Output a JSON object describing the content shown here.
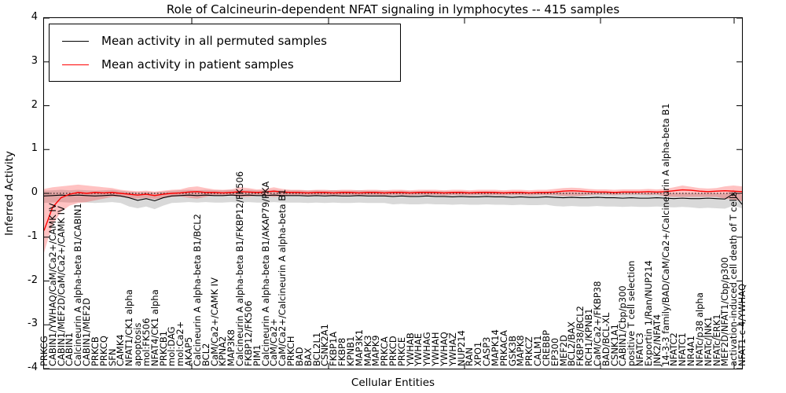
{
  "title": "Role of Calcineurin-dependent NFAT signaling in lymphocytes -- 415 samples",
  "axes": {
    "y_label": "Inferred Activity",
    "x_label": "Cellular Entities",
    "y_ticks": [
      4,
      3,
      2,
      1,
      0,
      -1,
      -2,
      -3,
      -4
    ],
    "y_min": -4,
    "y_max": 4
  },
  "legend": {
    "items": [
      {
        "label": "Mean activity in all permuted samples",
        "color": "#000000"
      },
      {
        "label": "Mean activity in patient samples",
        "color": "#ff0000"
      }
    ]
  },
  "colors": {
    "permuted_line": "#000000",
    "patient_line": "#ff0000",
    "permuted_band": "rgba(0,0,0,0.15)",
    "patient_band": "rgba(255,0,0,0.24)",
    "zero_line": "#000000",
    "frame": "#000000"
  },
  "chart_data": {
    "type": "line",
    "title": "Role of Calcineurin-dependent NFAT signaling in lymphocytes -- 415 samples",
    "xlabel": "Cellular Entities",
    "ylabel": "Inferred Activity",
    "ylim": [
      -4,
      4
    ],
    "grid": false,
    "legend_position": "upper left",
    "zero_reference_line": true,
    "categories": [
      "PRKCG",
      "CABIN1/YWHAQ/CaM/Ca2+/CAMK IV",
      "CABIN1/MEF2D/CaM/Ca2+/CAMK IV",
      "CABIN1",
      "Calcineurin A alpha-beta B1/CABIN1",
      "CABIN1/MEF2D",
      "PRKCB",
      "PRKCQ",
      "SFN",
      "CAMK4",
      "NFAT1/CK1 alpha",
      "apoptosis",
      "mol:FK506",
      "NFAT4/CK1 alpha",
      "PRKCB1",
      "mol:DAG",
      "mol:Ca2+",
      "AKAP5",
      "Calcineurin A alpha-beta B1/BCL2",
      "BCL2",
      "CaM/Ca2+/CAMK IV",
      "KPNA2",
      "MAP3K8",
      "Calcineurin A alpha-beta B1/FKBP12/FK506",
      "FKBP12/FK506",
      "PIM1",
      "Calcineurin A alpha-beta B1/AKAP79/PKA",
      "CaM/Ca2+",
      "CaM/Ca2+/Calcineurin A alpha-beta B1",
      "PRKCH",
      "BAD",
      "BAX",
      "BCL2L1",
      "CSNK2A1",
      "FKBP1A",
      "FKBP8",
      "KPNB1",
      "MAP3K1",
      "MAPK3",
      "MAPK9",
      "PRKCA",
      "PRKCD",
      "PRKCE",
      "YWHAB",
      "YWHAE",
      "YWHAG",
      "YWHAH",
      "YWHAQ",
      "YWHAZ",
      "NUP214",
      "RAN",
      "XPO1",
      "CASP3",
      "MAPK14",
      "PRKACA",
      "GSK3B",
      "MAPK8",
      "PRKCZ",
      "CALM1",
      "CREBBP",
      "EP300",
      "MEF2D",
      "BCL2/BAX",
      "FKBP38/BCL2",
      "RCH1/KPNB1",
      "CaM/Ca2+/FKBP38",
      "BAD/BCL-XL",
      "CSNK1A1",
      "CABIN1/Cbp/p300",
      "positive T cell selection",
      "NFATC3",
      "Exportin 1/Ran/NUP214",
      "JNK2/NFAT4",
      "14-3-3 family/BAD/CaM/Ca2+/Calcineurin A alpha-beta B1",
      "NFATC2",
      "NFATC1",
      "NR4A1",
      "NFATc/p38 alpha",
      "NFATc/JNK1",
      "NFATc/ERK1",
      "MEF2D/NFAT1/Cbp/p300",
      "activation-induced cell death of T cells",
      "NFAT1-c-4/YWHAQ"
    ],
    "series": [
      {
        "name": "Mean activity in all permuted samples",
        "color": "#000000",
        "values": [
          -0.06,
          -0.05,
          -0.04,
          -0.05,
          -0.04,
          -0.05,
          -0.06,
          -0.05,
          -0.04,
          -0.06,
          -0.1,
          -0.16,
          -0.12,
          -0.17,
          -0.1,
          -0.06,
          -0.05,
          -0.04,
          -0.05,
          -0.04,
          -0.05,
          -0.05,
          -0.04,
          -0.05,
          -0.04,
          -0.05,
          -0.05,
          -0.04,
          -0.05,
          -0.05,
          -0.05,
          -0.06,
          -0.05,
          -0.06,
          -0.05,
          -0.06,
          -0.06,
          -0.05,
          -0.06,
          -0.06,
          -0.06,
          -0.07,
          -0.06,
          -0.07,
          -0.07,
          -0.06,
          -0.07,
          -0.07,
          -0.08,
          -0.07,
          -0.08,
          -0.08,
          -0.07,
          -0.08,
          -0.08,
          -0.09,
          -0.08,
          -0.09,
          -0.09,
          -0.08,
          -0.09,
          -0.1,
          -0.09,
          -0.1,
          -0.1,
          -0.09,
          -0.1,
          -0.1,
          -0.11,
          -0.1,
          -0.11,
          -0.11,
          -0.1,
          -0.11,
          -0.12,
          -0.11,
          -0.12,
          -0.12,
          -0.11,
          -0.12,
          -0.13,
          -0.01,
          -0.25
        ],
        "band_low": [
          -0.22,
          -0.21,
          -0.2,
          -0.21,
          -0.2,
          -0.21,
          -0.22,
          -0.21,
          -0.2,
          -0.22,
          -0.3,
          -0.34,
          -0.3,
          -0.36,
          -0.28,
          -0.22,
          -0.21,
          -0.2,
          -0.21,
          -0.2,
          -0.21,
          -0.21,
          -0.2,
          -0.21,
          -0.2,
          -0.21,
          -0.21,
          -0.2,
          -0.21,
          -0.21,
          -0.21,
          -0.22,
          -0.21,
          -0.22,
          -0.21,
          -0.22,
          -0.22,
          -0.21,
          -0.22,
          -0.22,
          -0.22,
          -0.25,
          -0.24,
          -0.25,
          -0.25,
          -0.24,
          -0.25,
          -0.25,
          -0.26,
          -0.25,
          -0.26,
          -0.26,
          -0.25,
          -0.26,
          -0.26,
          -0.27,
          -0.26,
          -0.27,
          -0.27,
          -0.26,
          -0.29,
          -0.3,
          -0.29,
          -0.3,
          -0.3,
          -0.29,
          -0.3,
          -0.3,
          -0.31,
          -0.3,
          -0.31,
          -0.31,
          -0.3,
          -0.31,
          -0.32,
          -0.31,
          -0.32,
          -0.34,
          -0.33,
          -0.34,
          -0.35,
          -0.28,
          -0.34
        ],
        "band_high": [
          0.06,
          0.07,
          0.08,
          0.07,
          0.08,
          0.07,
          0.06,
          0.07,
          0.08,
          0.06,
          0.04,
          0.02,
          0.03,
          0.02,
          0.04,
          0.06,
          0.07,
          0.08,
          0.07,
          0.08,
          0.07,
          0.07,
          0.08,
          0.07,
          0.08,
          0.07,
          0.07,
          0.08,
          0.07,
          0.07,
          0.07,
          0.06,
          0.07,
          0.06,
          0.07,
          0.06,
          0.06,
          0.07,
          0.06,
          0.06,
          0.06,
          0.05,
          0.06,
          0.05,
          0.05,
          0.06,
          0.05,
          0.05,
          0.04,
          0.05,
          0.04,
          0.04,
          0.05,
          0.04,
          0.04,
          0.03,
          0.04,
          0.03,
          0.03,
          0.04,
          0.03,
          0.02,
          0.03,
          0.02,
          0.02,
          0.03,
          0.02,
          0.02,
          0.01,
          0.02,
          0.01,
          0.01,
          0.02,
          0.01,
          0.0,
          0.01,
          0.0,
          0.0,
          0.01,
          0.0,
          -0.01,
          0.08,
          -0.05
        ]
      },
      {
        "name": "Mean activity in patient samples",
        "color": "#ff0000",
        "values": [
          -0.85,
          -0.32,
          -0.1,
          -0.02,
          0.02,
          0.0,
          0.02,
          0.01,
          0.02,
          0.0,
          -0.02,
          -0.04,
          -0.02,
          -0.05,
          -0.02,
          0.0,
          0.01,
          0.03,
          0.04,
          0.02,
          0.02,
          0.01,
          0.02,
          0.04,
          0.03,
          0.02,
          0.03,
          0.05,
          0.03,
          0.02,
          0.02,
          0.01,
          0.02,
          0.02,
          0.01,
          0.02,
          0.02,
          0.01,
          0.02,
          0.02,
          0.01,
          0.02,
          0.02,
          0.01,
          0.02,
          0.02,
          0.02,
          0.01,
          0.02,
          0.02,
          0.01,
          0.02,
          0.02,
          0.02,
          0.01,
          0.02,
          0.02,
          0.01,
          0.02,
          0.02,
          0.03,
          0.05,
          0.06,
          0.05,
          0.04,
          0.03,
          0.03,
          0.02,
          0.03,
          0.03,
          0.03,
          0.04,
          0.03,
          0.04,
          0.06,
          0.08,
          0.07,
          0.05,
          0.04,
          0.05,
          0.06,
          0.05,
          0.04
        ],
        "band_low": [
          -1.35,
          -0.72,
          -0.42,
          -0.28,
          -0.22,
          -0.2,
          -0.16,
          -0.12,
          -0.08,
          -0.08,
          -0.1,
          -0.12,
          -0.1,
          -0.13,
          -0.1,
          -0.08,
          -0.07,
          -0.1,
          -0.12,
          -0.08,
          -0.05,
          -0.06,
          -0.05,
          -0.08,
          -0.08,
          -0.05,
          -0.06,
          -0.08,
          -0.07,
          -0.04,
          -0.04,
          -0.05,
          -0.04,
          -0.04,
          -0.05,
          -0.04,
          -0.04,
          -0.05,
          -0.04,
          -0.04,
          -0.05,
          -0.04,
          -0.04,
          -0.05,
          -0.04,
          -0.04,
          -0.04,
          -0.05,
          -0.04,
          -0.04,
          -0.05,
          -0.04,
          -0.04,
          -0.04,
          -0.05,
          -0.04,
          -0.04,
          -0.05,
          -0.04,
          -0.04,
          -0.04,
          -0.06,
          -0.06,
          -0.06,
          -0.04,
          -0.03,
          -0.03,
          -0.04,
          -0.03,
          -0.03,
          -0.03,
          -0.04,
          -0.03,
          -0.07,
          -0.08,
          -0.08,
          -0.08,
          -0.08,
          -0.08,
          -0.08,
          -0.12,
          -0.14,
          -0.18
        ],
        "band_high": [
          0.1,
          0.14,
          0.16,
          0.18,
          0.2,
          0.18,
          0.16,
          0.14,
          0.12,
          0.08,
          0.06,
          0.05,
          0.06,
          0.04,
          0.06,
          0.08,
          0.09,
          0.14,
          0.16,
          0.12,
          0.09,
          0.08,
          0.09,
          0.14,
          0.12,
          0.09,
          0.1,
          0.14,
          0.1,
          0.08,
          0.08,
          0.07,
          0.08,
          0.08,
          0.07,
          0.08,
          0.08,
          0.07,
          0.08,
          0.08,
          0.07,
          0.08,
          0.08,
          0.07,
          0.08,
          0.08,
          0.08,
          0.07,
          0.08,
          0.08,
          0.07,
          0.08,
          0.08,
          0.08,
          0.07,
          0.08,
          0.08,
          0.07,
          0.08,
          0.08,
          0.1,
          0.12,
          0.13,
          0.12,
          0.1,
          0.09,
          0.09,
          0.08,
          0.09,
          0.09,
          0.09,
          0.1,
          0.09,
          0.1,
          0.14,
          0.18,
          0.15,
          0.12,
          0.11,
          0.12,
          0.16,
          0.18,
          0.16
        ]
      }
    ]
  }
}
